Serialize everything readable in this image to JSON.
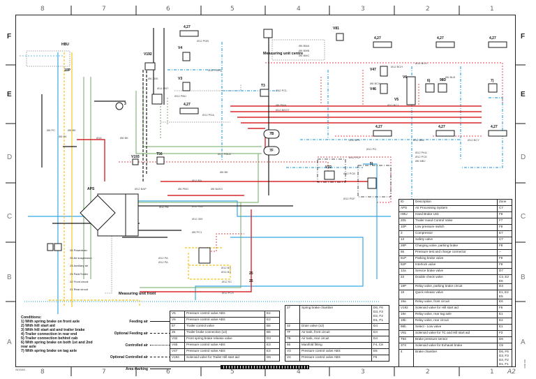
{
  "sheet": {
    "zones_columns": [
      "8",
      "7",
      "6",
      "5",
      "4",
      "3",
      "2",
      "1"
    ],
    "zones_rows": [
      "F",
      "E",
      "D",
      "C",
      "B",
      "A"
    ],
    "sheet_size": "A2",
    "doc_id": "IW10463",
    "revision_mark": "000 0000"
  },
  "titles": {
    "measuring_unit_centre": "Measuring unit centre",
    "measuring_unit_front": "Measuring unit front"
  },
  "components": {
    "hbu": "HBU",
    "v192": "V192",
    "v81": "V81",
    "v47": "V47",
    "v46": "V46",
    "v5": "V5",
    "v6": "V6",
    "v4": "V4",
    "v3": "V3",
    "v193": "V193",
    "t56": "T56",
    "v32": "V32",
    "aps": "APS",
    "t3": "T3",
    "c7b": "7B",
    "c7f": "7F",
    "c10p": "10P",
    "c427": "4,27",
    "c98d": "98D",
    "c3": "3",
    "c25": "25",
    "c5": "5)",
    "c6": "6)",
    "c7": "7)"
  },
  "line_labels": [
    "Ø12 PDB",
    "Ø12 PBVQ",
    "Ø12 PBU",
    "Ø12 PBU2",
    "Ø12 PDA",
    "Ø6 XBS",
    "Ø14 PBT",
    "Ø12 PCL",
    "Ø6 BMA",
    "Ø6 BMB",
    "Ø6 BMC",
    "Ø6 PMA",
    "Ø12 BEGT",
    "Ø12 BA",
    "Ø12 PA2",
    "Ø12 300",
    "Ø6 PC1",
    "Ø6 BK",
    "Ø6 BAS3",
    "Ø6 PBO",
    "Ø12 BAP",
    "Ø12 PA",
    "Ø12 PD",
    "Ø12 PCF",
    "Ø12 PCB",
    "Ø12 PDF",
    "Ø12 PKA",
    "Ø12 PCE",
    "Ø6 MBJ",
    "Ø12 BCY",
    "Ø12 BPL",
    "Ø12 BBL",
    "Ø6 BLB",
    "Ø12 BCH",
    "Ø12 BCX",
    "Ø6 BCX",
    "Ø12 BCJ",
    "Ø6 PC",
    "Ø6 PK",
    "Ø6 BK",
    "Ø16",
    "Ø6 BK",
    "Ø12 PCS",
    "Ø12 SC",
    "Ø12 BX",
    "Ø14 BX",
    "Ø12 PA",
    "Ø12 PA"
  ],
  "measuring_front_ports": [
    {
      "num": "26",
      "label": "Powertrain"
    },
    {
      "num": "25",
      "label": "Air suspension"
    },
    {
      "num": "24",
      "label": "Auxiliary air"
    },
    {
      "num": "23",
      "label": "Park/Trailer"
    },
    {
      "num": "22",
      "label": "Front circuit"
    },
    {
      "num": "21",
      "label": "Rear circuit"
    }
  ],
  "conditions": {
    "title": "Conditions:",
    "items": [
      "1) With spring brake on front axle",
      "2) With hill start aid",
      "3) With hill start aid and trailer brake",
      "4) Trailer connection in rear end",
      "5) Trailer connection behind cab",
      "6) With spring brake on both 1st and 2nd rear axle",
      "7) With spring brake on tag axle"
    ]
  },
  "line_key": [
    {
      "label": "Feeding air",
      "style": "solid"
    },
    {
      "label": "Optional Feeding air",
      "style": "dashed"
    },
    {
      "label": "Controlled air",
      "style": "dotted"
    },
    {
      "label": "Optional Controlled air",
      "style": "dashdot"
    },
    {
      "label": "Area marking",
      "style": "longdash"
    }
  ],
  "legend_left": [
    {
      "id": "V5",
      "desc": "Pressure control valve ABS",
      "zone": "E2"
    },
    {
      "id": "V6",
      "desc": "Pressure control valve ABS",
      "zone": "E2"
    },
    {
      "id": "57",
      "desc": "Trailer control valve",
      "zone": "B6"
    },
    {
      "id": "25",
      "desc": "Trailer brake connection (x2)",
      "zone": "B5"
    },
    {
      "id": "V32",
      "desc": "Front spring brake release valve",
      "zone": "D3"
    },
    {
      "id": "V46",
      "desc": "Pressure control valve ABS",
      "zone": "E3"
    },
    {
      "id": "V47",
      "desc": "Pressure control valve ABS",
      "zone": "E3"
    },
    {
      "id": "V193",
      "desc": "Solenoid valve for Trailer Hill start aid",
      "zone": "D6"
    }
  ],
  "legend_mid": [
    {
      "id": "27",
      "desc": "Spring brake chamber",
      "zone": "D6, F6 D3, F3 D2, F2 D1, F1"
    },
    {
      "id": "32",
      "desc": "Drain valve (x2)",
      "zone": "D4"
    },
    {
      "id": "7F",
      "desc": "Air tank, front circuit",
      "zone": "D4"
    },
    {
      "id": "7B",
      "desc": "Air tank, rear circuit",
      "zone": "D4"
    },
    {
      "id": "65",
      "desc": "Manifold fitting",
      "zone": "F4, C8"
    },
    {
      "id": "V3",
      "desc": "Pressure control valve ABS",
      "zone": "E6"
    },
    {
      "id": "V4",
      "desc": "Pressure control valve ABS",
      "zone": "F6"
    }
  ],
  "legend_right": {
    "headers": {
      "id": "ID",
      "desc": "Description",
      "zone": "Zone"
    },
    "rows": [
      {
        "id": "APS",
        "desc": "Air Processing System",
        "zone": "C7"
      },
      {
        "id": "HBU",
        "desc": "Hand Brake Unit",
        "zone": "F8"
      },
      {
        "id": "205",
        "desc": "Trailer Hand Control Valve",
        "zone": "F7"
      },
      {
        "id": "10P",
        "desc": "Low pressure switch",
        "zone": "F8"
      },
      {
        "id": "3",
        "desc": "Compressor",
        "zone": "E7"
      },
      {
        "id": "13",
        "desc": "Safety valve",
        "zone": "C7"
      },
      {
        "id": "28P",
        "desc": "Charging valve, parking brake",
        "zone": "F8"
      },
      {
        "id": "55",
        "desc": "Pressure test and charge connector",
        "zone": "--"
      },
      {
        "id": "61P",
        "desc": "Parking brake valve",
        "zone": "F8"
      },
      {
        "id": "52P",
        "desc": "Interlock valve",
        "zone": "F8"
      },
      {
        "id": "12a",
        "desc": "Service brake valve",
        "zone": "D7"
      },
      {
        "id": "23",
        "desc": "Double check valve",
        "zone": "C3, E2 E6"
      },
      {
        "id": "19P",
        "desc": "Relay valve, parking brake circuit",
        "zone": "D3"
      },
      {
        "id": "18",
        "desc": "Quick release valve",
        "zone": "E1, E2 E5"
      },
      {
        "id": "19a",
        "desc": "Relay valve, front circuit",
        "zone": "E6"
      },
      {
        "id": "V192",
        "desc": "Solenoid valve for Hill start aid",
        "zone": "F6"
      },
      {
        "id": "19e",
        "desc": "Relay valve, rear tag axle",
        "zone": "E1"
      },
      {
        "id": "19b",
        "desc": "Relay valve, rear circuit",
        "zone": "E2"
      },
      {
        "id": "98b",
        "desc": "Select - Low valve",
        "zone": "E1"
      },
      {
        "id": "V81",
        "desc": "Solenoid valve for TC and Hill start aid",
        "zone": "F3"
      },
      {
        "id": "T56",
        "desc": "Brake pressure sensor",
        "zone": "D6"
      },
      {
        "id": "37X",
        "desc": "Solenoid valve for Exhaust brake",
        "zone": "C8"
      },
      {
        "id": "4",
        "desc": "Brake chamber",
        "zone": "D6, F6 D3, F3 D2, F2 D1, F1"
      }
    ]
  },
  "colors": {
    "feed_red": "#d9262b",
    "control_red": "#e0474c",
    "blue": "#35a9e0",
    "green": "#6fa863",
    "yellow": "#f2c418",
    "black": "#1a1a1a",
    "grey": "#888888"
  }
}
